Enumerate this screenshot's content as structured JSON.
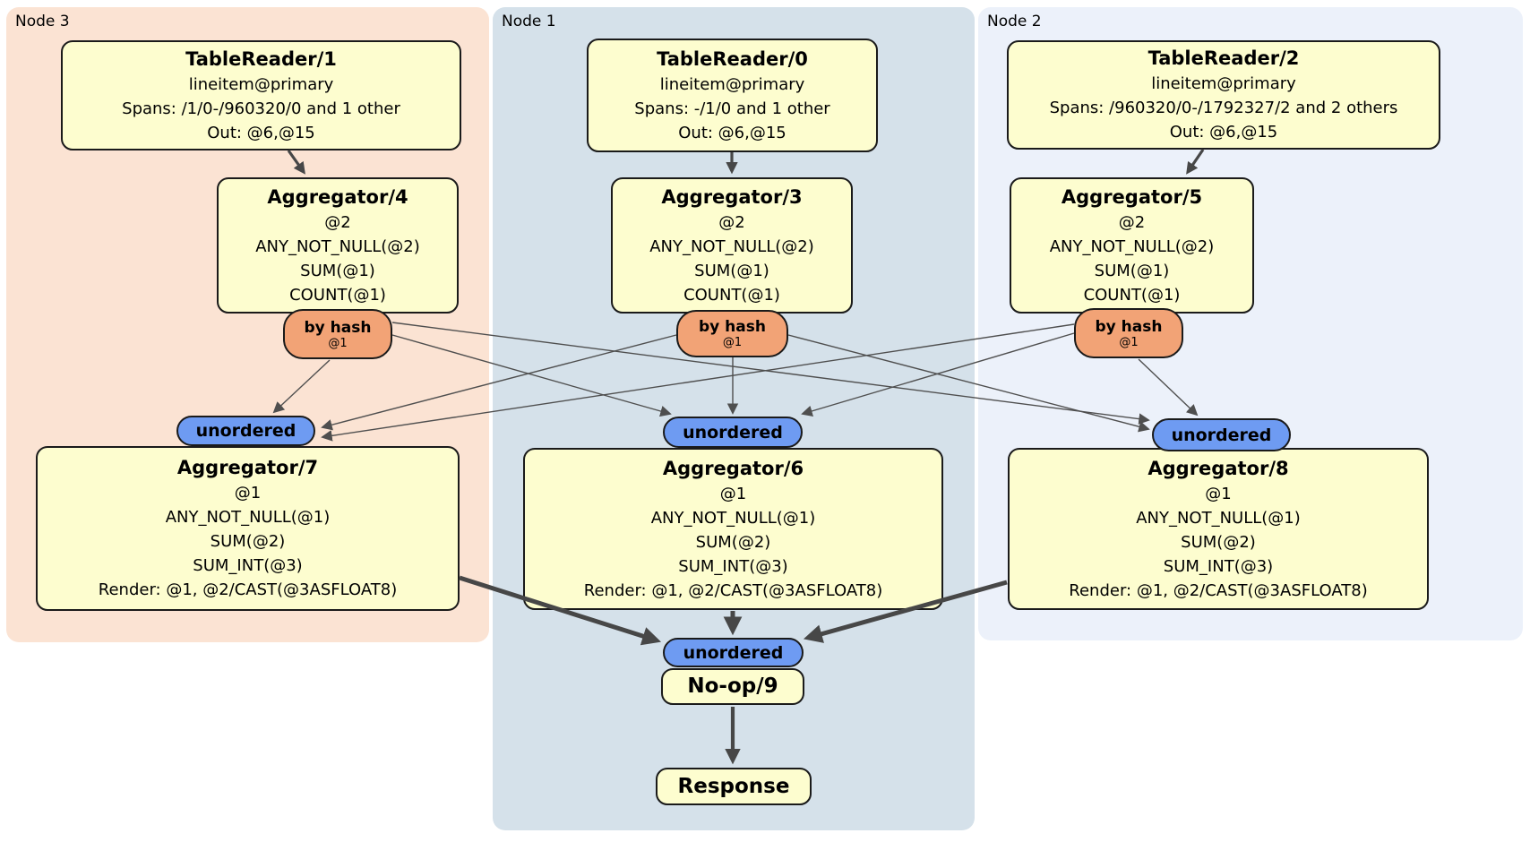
{
  "colors": {
    "node3_bg": "#FBE3D3",
    "node1_bg": "#D5E1EA",
    "node2_bg": "#ECF1FA",
    "box_fill": "#FDFDCF",
    "box_border": "#1a1a1a",
    "router_fill": "#F2A376",
    "sync_fill": "#6E9BF2",
    "edge": "#4F4F4F"
  },
  "regions": {
    "node3": {
      "label": "Node 3"
    },
    "node1": {
      "label": "Node 1"
    },
    "node2": {
      "label": "Node 2"
    }
  },
  "processors": {
    "tr1": {
      "title": "TableReader/1",
      "lines": [
        "lineitem@primary",
        "Spans: /1/0-/960320/0 and 1 other",
        "Out: @6,@15"
      ]
    },
    "tr0": {
      "title": "TableReader/0",
      "lines": [
        "lineitem@primary",
        "Spans: -/1/0 and 1 other",
        "Out: @6,@15"
      ]
    },
    "tr2": {
      "title": "TableReader/2",
      "lines": [
        "lineitem@primary",
        "Spans: /960320/0-/1792327/2 and 2 others",
        "Out: @6,@15"
      ]
    },
    "agg4": {
      "title": "Aggregator/4",
      "lines": [
        "@2",
        "ANY_NOT_NULL(@2)",
        "SUM(@1)",
        "COUNT(@1)"
      ]
    },
    "agg3": {
      "title": "Aggregator/3",
      "lines": [
        "@2",
        "ANY_NOT_NULL(@2)",
        "SUM(@1)",
        "COUNT(@1)"
      ]
    },
    "agg5": {
      "title": "Aggregator/5",
      "lines": [
        "@2",
        "ANY_NOT_NULL(@2)",
        "SUM(@1)",
        "COUNT(@1)"
      ]
    },
    "agg7": {
      "title": "Aggregator/7",
      "lines": [
        "@1",
        "ANY_NOT_NULL(@1)",
        "SUM(@2)",
        "SUM_INT(@3)",
        "Render: @1, @2/CAST(@3ASFLOAT8)"
      ]
    },
    "agg6": {
      "title": "Aggregator/6",
      "lines": [
        "@1",
        "ANY_NOT_NULL(@1)",
        "SUM(@2)",
        "SUM_INT(@3)",
        "Render: @1, @2/CAST(@3ASFLOAT8)"
      ]
    },
    "agg8": {
      "title": "Aggregator/8",
      "lines": [
        "@1",
        "ANY_NOT_NULL(@1)",
        "SUM(@2)",
        "SUM_INT(@3)",
        "Render: @1, @2/CAST(@3ASFLOAT8)"
      ]
    },
    "noop": {
      "title": "No-op/9"
    },
    "response": {
      "title": "Response"
    }
  },
  "routers": {
    "r3": {
      "label": "by hash",
      "detail": "@1"
    },
    "r1": {
      "label": "by hash",
      "detail": "@1"
    },
    "r2": {
      "label": "by hash",
      "detail": "@1"
    }
  },
  "syncs": {
    "s3": {
      "label": "unordered"
    },
    "s1": {
      "label": "unordered"
    },
    "s2": {
      "label": "unordered"
    },
    "sfinal": {
      "label": "unordered"
    }
  }
}
